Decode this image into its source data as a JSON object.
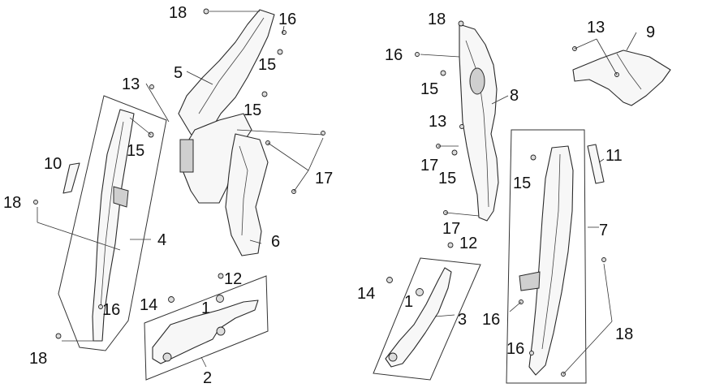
{
  "callouts": {
    "c18_tl": "18",
    "c16_tl": "16",
    "c15_a": "15",
    "c5": "5",
    "c15_b": "15",
    "c13_l": "13",
    "c15_c": "15",
    "c10": "10",
    "c18_l": "18",
    "c4": "4",
    "c17_l": "17",
    "c6": "6",
    "c12_l": "12",
    "c14_l": "14",
    "c1_l": "1",
    "c16_l": "16",
    "c18_bl": "18",
    "c2": "2",
    "c18_tr": "18",
    "c16_tr": "16",
    "c15_d": "15",
    "c8": "8",
    "c13_r": "13",
    "c17_r1": "17",
    "c15_e": "15",
    "c17_r2": "17",
    "c12_r": "12",
    "c13_tr": "13",
    "c9": "9",
    "c15_f": "15",
    "c11": "11",
    "c7": "7",
    "c14_r": "14",
    "c1_r": "1",
    "c3": "3",
    "c16_r1": "16",
    "c16_r2": "16",
    "c18_br": "18"
  }
}
